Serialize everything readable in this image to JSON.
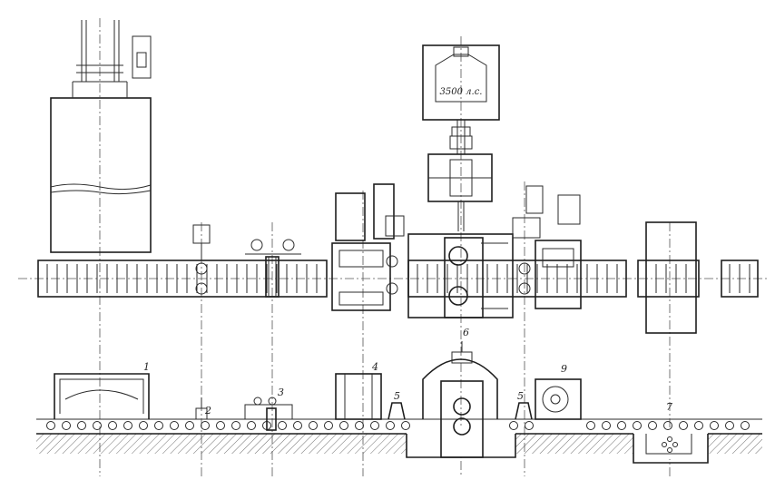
{
  "drawing": {
    "motor_rating": "3500 л.с.",
    "callouts": [
      "1",
      "2",
      "3",
      "4",
      "5",
      "6",
      "5",
      "9",
      "7"
    ]
  }
}
